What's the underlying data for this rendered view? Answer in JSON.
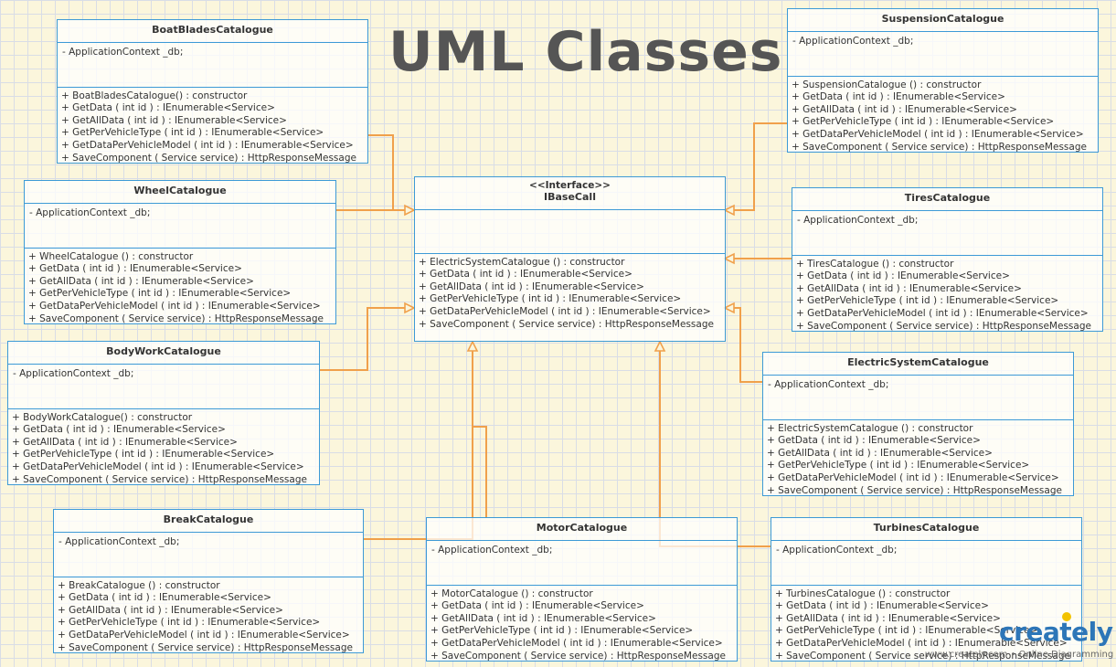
{
  "title": "UML Classes",
  "colors": {
    "class_border": "#3d9ad6",
    "connector": "#f0a04b",
    "background": "#fbf6dc"
  },
  "interface": {
    "stereotype": "<<Interface>>",
    "name": "IBaseCall",
    "operations": [
      "+ ElectricSystemCatalogue () : constructor",
      "+ GetData ( int id ) : IEnumerable<Service>",
      "+ GetAllData ( int id ) : IEnumerable<Service>",
      "+ GetPerVehicleType ( int id ) : IEnumerable<Service>",
      "+ GetDataPerVehicleModel ( int id ) : IEnumerable<Service>",
      "+ SaveComponent ( Service service) : HttpResponseMessage"
    ]
  },
  "classes": {
    "boatblades": {
      "name": "BoatBladesCatalogue",
      "attribute": "- ApplicationContext _db;",
      "operations": [
        "+ BoatBladesCatalogue() : constructor",
        "+ GetData ( int id ) : IEnumerable<Service>",
        "+ GetAllData ( int id ) : IEnumerable<Service>",
        "+ GetPerVehicleType ( int id ) : IEnumerable<Service>",
        "+ GetDataPerVehicleModel ( int id ) : IEnumerable<Service>",
        "+ SaveComponent ( Service service) : HttpResponseMessage"
      ]
    },
    "wheel": {
      "name": "WheelCatalogue",
      "attribute": "- ApplicationContext _db;",
      "operations": [
        "+ WheelCatalogue () : constructor",
        "+ GetData ( int id ) : IEnumerable<Service>",
        "+ GetAllData ( int id ) : IEnumerable<Service>",
        "+ GetPerVehicleType ( int id ) : IEnumerable<Service>",
        "+ GetDataPerVehicleModel ( int id ) : IEnumerable<Service>",
        "+ SaveComponent ( Service service) : HttpResponseMessage"
      ]
    },
    "bodywork": {
      "name": "BodyWorkCatalogue",
      "attribute": "- ApplicationContext _db;",
      "operations": [
        "+ BodyWorkCatalogue() : constructor",
        "+ GetData ( int id ) : IEnumerable<Service>",
        "+ GetAllData ( int id ) : IEnumerable<Service>",
        "+ GetPerVehicleType ( int id ) : IEnumerable<Service>",
        "+ GetDataPerVehicleModel ( int id ) : IEnumerable<Service>",
        "+ SaveComponent ( Service service) : HttpResponseMessage"
      ]
    },
    "break": {
      "name": "BreakCatalogue",
      "attribute": "- ApplicationContext _db;",
      "operations": [
        "+ BreakCatalogue () : constructor",
        "+ GetData ( int id ) : IEnumerable<Service>",
        "+ GetAllData ( int id ) : IEnumerable<Service>",
        "+ GetPerVehicleType ( int id ) : IEnumerable<Service>",
        "+ GetDataPerVehicleModel ( int id ) : IEnumerable<Service>",
        "+ SaveComponent ( Service service) : HttpResponseMessage"
      ]
    },
    "motor": {
      "name": "MotorCatalogue",
      "attribute": "- ApplicationContext _db;",
      "operations": [
        "+ MotorCatalogue () : constructor",
        "+ GetData ( int id ) : IEnumerable<Service>",
        "+ GetAllData ( int id ) : IEnumerable<Service>",
        "+ GetPerVehicleType ( int id ) : IEnumerable<Service>",
        "+ GetDataPerVehicleModel ( int id ) : IEnumerable<Service>",
        "+ SaveComponent ( Service service) : HttpResponseMessage"
      ]
    },
    "suspension": {
      "name": "SuspensionCatalogue",
      "attribute": "- ApplicationContext _db;",
      "operations": [
        "+ SuspensionCatalogue () : constructor",
        "+ GetData ( int id ) : IEnumerable<Service>",
        "+ GetAllData ( int id ) : IEnumerable<Service>",
        "+ GetPerVehicleType ( int id ) : IEnumerable<Service>",
        "+ GetDataPerVehicleModel ( int id ) : IEnumerable<Service>",
        "+ SaveComponent ( Service service) : HttpResponseMessage"
      ]
    },
    "tires": {
      "name": "TiresCatalogue",
      "attribute": "- ApplicationContext _db;",
      "operations": [
        "+ TiresCatalogue () : constructor",
        "+ GetData ( int id ) : IEnumerable<Service>",
        "+ GetAllData ( int id ) : IEnumerable<Service>",
        "+ GetPerVehicleType ( int id ) : IEnumerable<Service>",
        "+ GetDataPerVehicleModel ( int id ) : IEnumerable<Service>",
        "+ SaveComponent ( Service service) : HttpResponseMessage"
      ]
    },
    "electric": {
      "name": "ElectricSystemCatalogue",
      "attribute": "- ApplicationContext _db;",
      "operations": [
        "+ ElectricSystemCatalogue () : constructor",
        "+ GetData ( int id ) : IEnumerable<Service>",
        "+ GetAllData ( int id ) : IEnumerable<Service>",
        "+ GetPerVehicleType ( int id ) : IEnumerable<Service>",
        "+ GetDataPerVehicleModel ( int id ) : IEnumerable<Service>",
        "+ SaveComponent ( Service service) : HttpResponseMessage"
      ]
    },
    "turbines": {
      "name": "TurbinesCatalogue",
      "attribute": "- ApplicationContext _db;",
      "operations": [
        "+ TurbinesCatalogue () : constructor",
        "+ GetData ( int id ) : IEnumerable<Service>",
        "+ GetAllData ( int id ) : IEnumerable<Service>",
        "+ GetPerVehicleType ( int id ) : IEnumerable<Service>",
        "+ GetDataPerVehicleModel ( int id ) : IEnumerable<Service>",
        "+ SaveComponent ( Service service) : HttpResponseMessage"
      ]
    }
  },
  "branding": {
    "logo": "creately",
    "tagline": "www.creately.com • Online Diagramming"
  }
}
